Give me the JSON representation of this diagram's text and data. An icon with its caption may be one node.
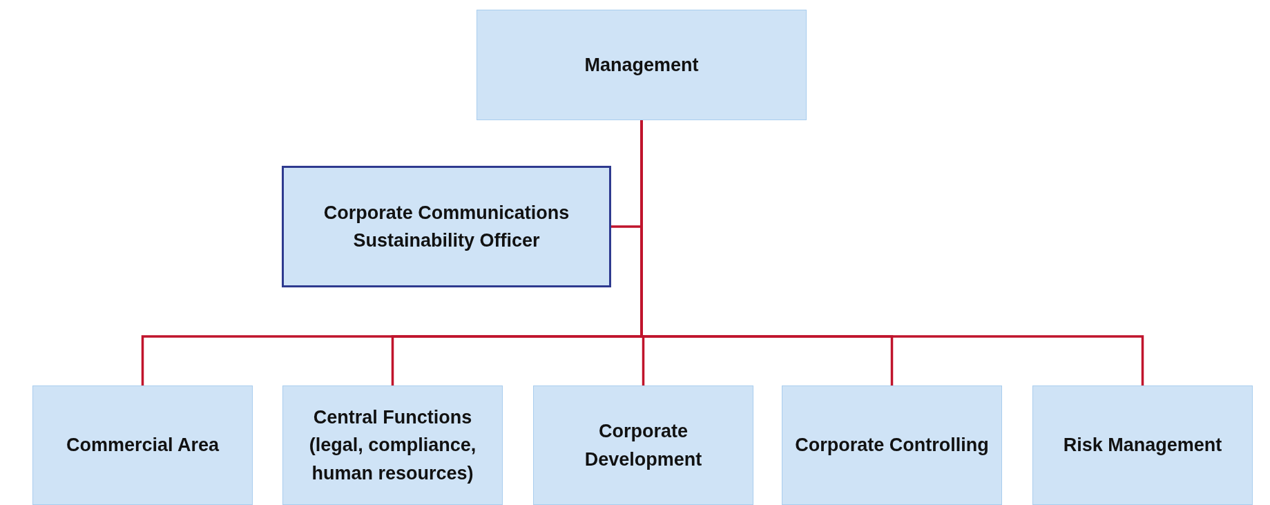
{
  "diagram": {
    "nodes": [
      {
        "text": [
          "Management"
        ]
      },
      {
        "text": [
          "Corporate Communications Sustainability Officer"
        ]
      },
      {
        "text": [
          "Commercial Area"
        ]
      },
      {
        "text": [
          "Central Functions (legal, compliance, human resources)"
        ]
      },
      {
        "text": [
          "Corporate Development"
        ]
      },
      {
        "text": [
          "Corporate Controlling"
        ]
      },
      {
        "text": [
          "Risk Management"
        ]
      }
    ],
    "edges": [
      {
        "from": 0,
        "to": 1,
        "arrow": "none"
      },
      {
        "from": 0,
        "to": 2,
        "arrow": "none"
      },
      {
        "from": 0,
        "to": 3,
        "arrow": "none"
      },
      {
        "from": 0,
        "to": 4,
        "arrow": "none"
      },
      {
        "from": 0,
        "to": 5,
        "arrow": "none"
      },
      {
        "from": 0,
        "to": 6,
        "arrow": "none"
      }
    ]
  }
}
